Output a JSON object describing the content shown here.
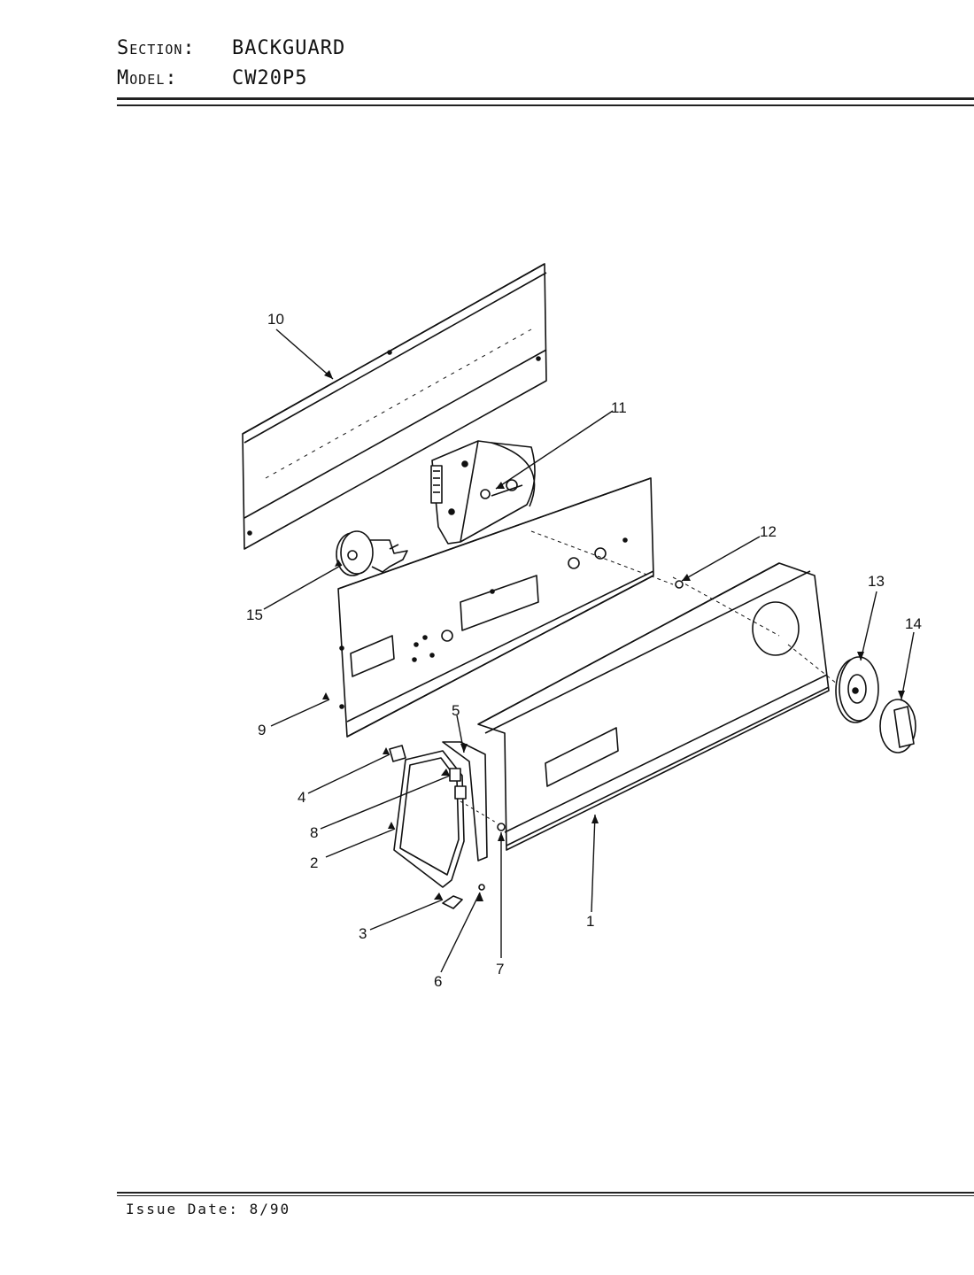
{
  "header": {
    "section_label": "Section:",
    "section_value": "BACKGUARD",
    "model_label": "Model:",
    "model_value": "CW20P5"
  },
  "footer": {
    "issue_label": "Issue Date:",
    "issue_value": "8/90"
  },
  "callouts": {
    "c1": "1",
    "c2": "2",
    "c3": "3",
    "c4": "4",
    "c5": "5",
    "c6": "6",
    "c7": "7",
    "c8": "8",
    "c9": "9",
    "c10": "10",
    "c11": "11",
    "c12": "12",
    "c13": "13",
    "c14": "14",
    "c15": "15"
  }
}
